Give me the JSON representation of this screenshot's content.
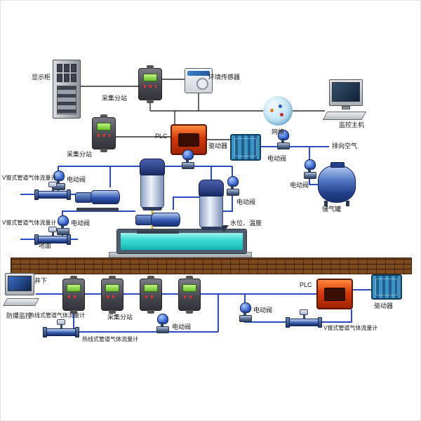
{
  "palette": {
    "background": "#ffffff",
    "network_line": "#2b2b2b",
    "pipe_line": "#2b4bc0",
    "yellow_pipe": "#cfae2a",
    "device_gray": "#45454e",
    "screen_green": "#8fd14a",
    "plc_red": "#d63a06",
    "driver_teal": "#2d7fb0",
    "tank_blue": "#3a5fb0",
    "water_cyan": "#3cdcd4",
    "brick_brown": "#6b3d16"
  },
  "icons": {
    "display_cabinet": "rack-cabinet-icon",
    "substation": "control-box-with-green-screen-icon",
    "env_sensor": "wall-sensor-icon",
    "network": "globe-icon",
    "computer": "monitor-keyboard-icon",
    "plc": "red-enclosure-icon",
    "driver": "finned-teal-box-icon",
    "valve": "actuated-valve-icon",
    "flow_meter": "flanged-pipe-meter-icon",
    "tank": "vertical-vessel-icon",
    "pump": "motor-pump-icon",
    "gas_tank": "storage-vessel-icon",
    "pool": "water-pool-icon",
    "brick": "brick-ground-icon"
  },
  "labels": {
    "display_cabinet": "显示柜",
    "substation": "采集分站",
    "env_sensor": "环境传感器",
    "network": "网络",
    "monitor_host": "监控主机",
    "plc": "PLC",
    "driver": "驱动器",
    "to_air": "排向空气",
    "valve": "电动阀",
    "gas_tank": "储气罐",
    "vcone_meter": "V锥式管道气体流量计",
    "hotwire_meter": "热线式管道气体流量计",
    "level_temp": "水位、温度",
    "ground": "地面",
    "underground": "井下",
    "ex_monitor": "防爆监控"
  }
}
